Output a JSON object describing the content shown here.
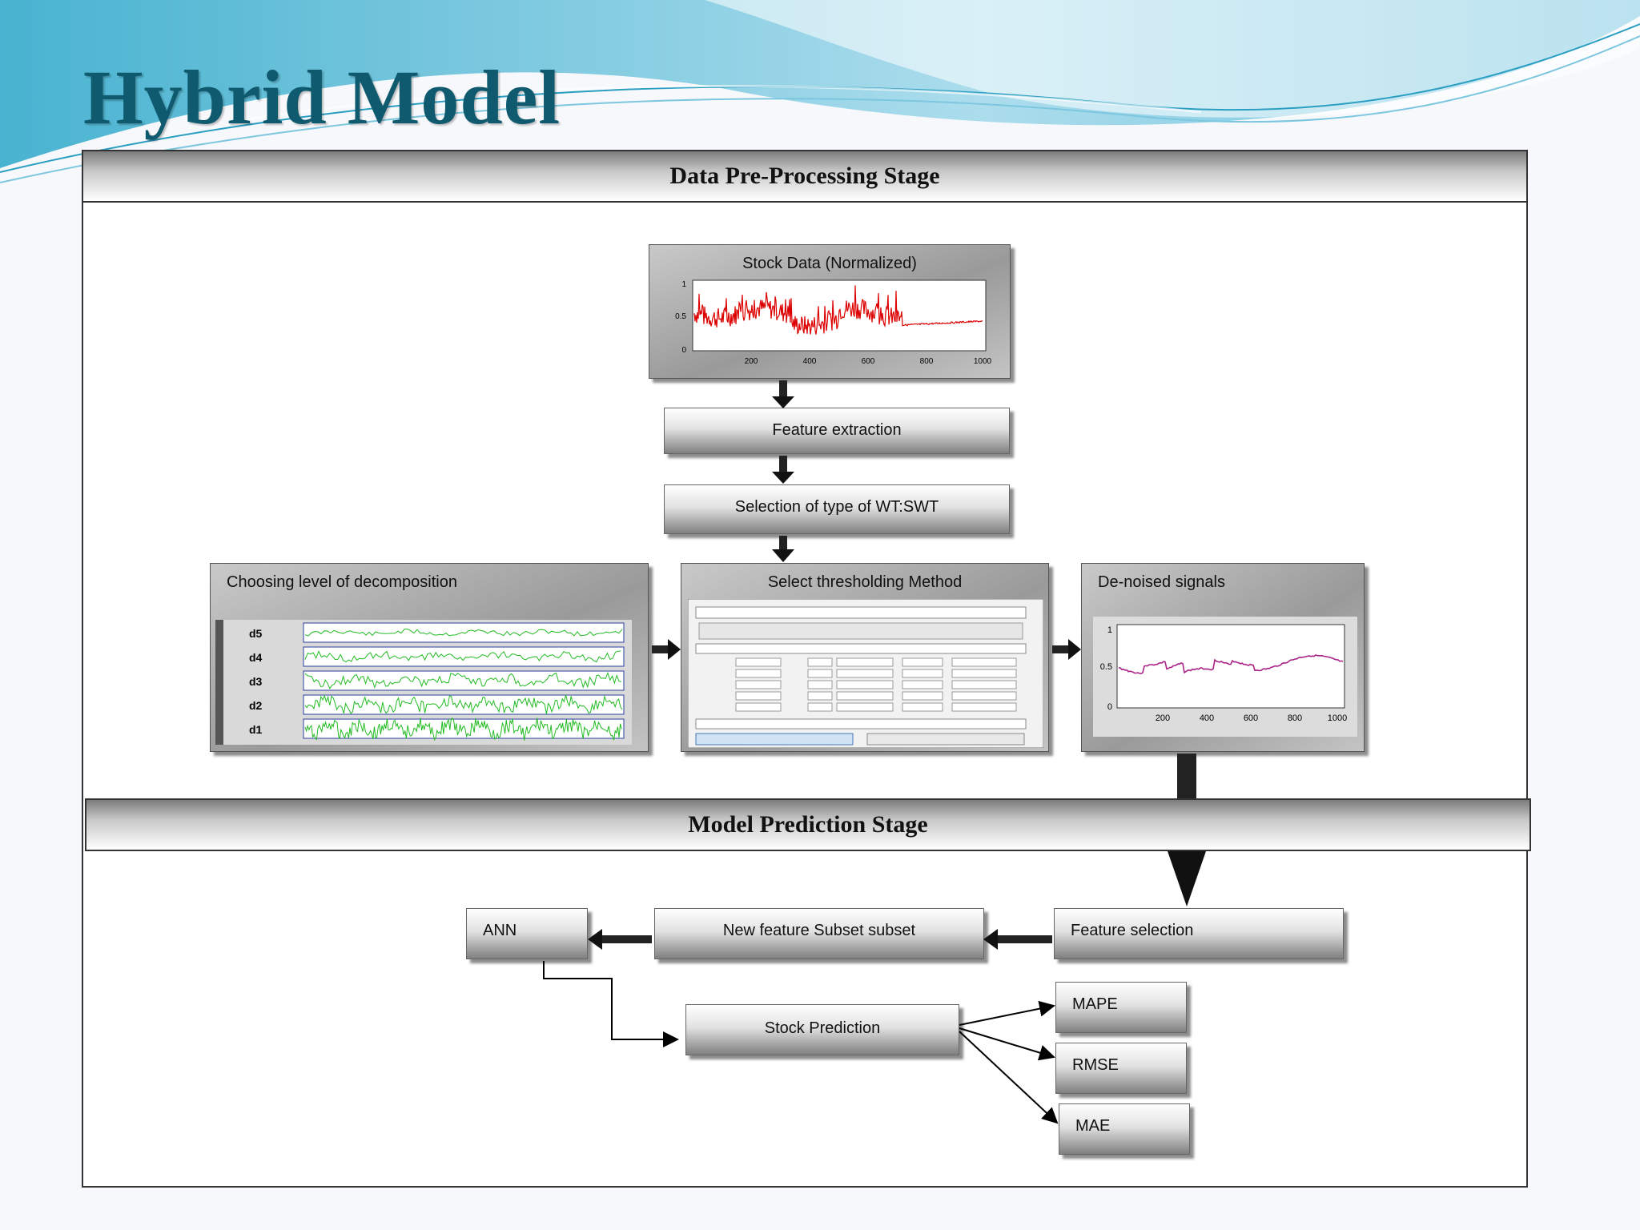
{
  "title": "Hybrid Model",
  "stages": {
    "preprocessing": "Data Pre-Processing Stage",
    "prediction": "Model  Prediction Stage"
  },
  "stock_data": {
    "label": "Stock Data (Normalized)",
    "y_ticks": [
      "1",
      "0.5",
      "0"
    ],
    "x_ticks": [
      "200",
      "400",
      "600",
      "800",
      "1000"
    ]
  },
  "steps": {
    "feature_extraction": "Feature extraction",
    "wt_selection": "Selection of type of WT:SWT",
    "choosing_level": "Choosing level of decomposition",
    "thresholding": "Select thresholding Method",
    "denoised": "De-noised signals"
  },
  "decomposition": {
    "levels": [
      "d5",
      "d4",
      "d3",
      "d2",
      "d1"
    ]
  },
  "denoised_plot": {
    "y_ticks": [
      "1",
      "0.5",
      "0"
    ],
    "x_ticks": [
      "200",
      "400",
      "600",
      "800",
      "1000"
    ]
  },
  "prediction": {
    "ann": "ANN",
    "new_subset": "New feature Subset subset",
    "feature_selection": "Feature selection",
    "stock_prediction": "Stock Prediction",
    "metrics": [
      "MAPE",
      "RMSE",
      "MAE"
    ]
  },
  "colors": {
    "title": "#0f5a6e",
    "stock_series": "#dd0000",
    "decomp_series": "#22bb22",
    "denoised_series": "#aa2288"
  }
}
